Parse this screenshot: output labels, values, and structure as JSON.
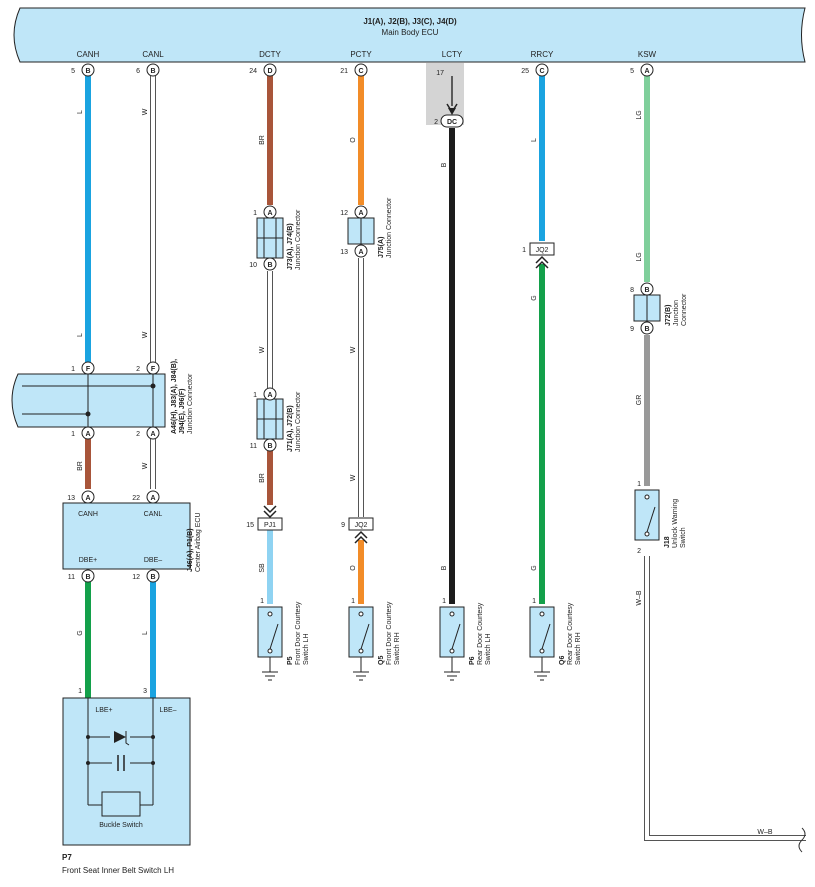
{
  "ecu": {
    "title": "J1(A), J2(B), J3(C), J4(D)",
    "subtitle": "Main Body ECU"
  },
  "terminals": [
    {
      "id": "canh",
      "name": "CANH",
      "pin": "5",
      "conn": "B"
    },
    {
      "id": "canl",
      "name": "CANL",
      "pin": "6",
      "conn": "B"
    },
    {
      "id": "dcty",
      "name": "DCTY",
      "pin": "24",
      "conn": "D"
    },
    {
      "id": "pcty",
      "name": "PCTY",
      "pin": "21",
      "conn": "C"
    },
    {
      "id": "lcty",
      "name": "LCTY",
      "pin": "17",
      "conn": ""
    },
    {
      "id": "rrcy",
      "name": "RRCY",
      "pin": "25",
      "conn": "C"
    },
    {
      "id": "ksw",
      "name": "KSW",
      "pin": "5",
      "conn": "A"
    }
  ],
  "wire_colors": {
    "L": "#1aa3e0",
    "W": "#ffffff",
    "BR": "#a8553a",
    "O": "#f28c28",
    "B": "#1c1c1c",
    "G": "#13a04a",
    "LG": "#7fcf9b",
    "GR": "#999999",
    "SB": "#8fd3f2",
    "W-B": "#ffffff"
  },
  "wire_labels": {
    "canh_top": "L",
    "canh_mid": "L",
    "canl_top": "W",
    "canl_mid": "W",
    "dcty_top": "BR",
    "dcty_w": "W",
    "dcty_br": "BR",
    "dcty_sb": "SB",
    "pcty_top": "O",
    "pcty_w1": "W",
    "pcty_w2": "W",
    "pcty_o": "O",
    "lcty": "B",
    "rrcy_l": "L",
    "rrcy_g": "G",
    "ksw_lg1": "LG",
    "ksw_lg2": "LG",
    "ksw_gr": "GR",
    "ksw_wb": "W–B",
    "ksw_wb2": "W–B",
    "a46_br": "BR",
    "a46_w": "W",
    "airbag_g": "G",
    "airbag_l": "L"
  },
  "pins": {
    "dc_in": "2",
    "dc_conn": "DC",
    "jc1_top": "1",
    "jc1_top2": "2",
    "jc1_bot": "1",
    "jc1_bot2": "2",
    "j73_top": "1",
    "j73_bot": "10",
    "j71_top": "1",
    "j71_bot": "11",
    "j75_top": "12",
    "j75_bot": "13",
    "j72_top": "8",
    "j72_bot": "9",
    "jq2_pin": "1",
    "jq2_name": "JQ2",
    "pj1_pin": "15",
    "pj1_name": "PJ1",
    "jq2b_pin": "9",
    "jq2b_name": "JQ2",
    "ab_canh": "13",
    "ab_canl": "22",
    "ab_dbep": "11",
    "ab_dben": "12",
    "p7_1": "1",
    "p7_3": "3",
    "p5": "1",
    "q5": "1",
    "p6": "1",
    "q6": "1",
    "j18_1": "1",
    "j18_2": "2"
  },
  "connectors": {
    "jc1": {
      "code": "A46(H), J83(A), J84(B),",
      "code2": "J94(E), J96(F)",
      "name": "Junction Connector"
    },
    "j73": {
      "code": "J73(A), J74(B)",
      "name": "Junction Connector"
    },
    "j71": {
      "code": "J71(A), J72(B)",
      "name": "Junction Connector"
    },
    "j75": {
      "code": "J75(A)",
      "name": "Junction Connector"
    },
    "j72": {
      "code": "J72(B)",
      "name1": "Junction",
      "name2": "Connector"
    }
  },
  "airbag": {
    "code": "J46(A), P1(B)",
    "name": "Center Airbag ECU",
    "t1": "CANH",
    "t2": "CANL",
    "t3": "DBE+",
    "t4": "DBE–"
  },
  "buckle": {
    "code": "P7",
    "name": "Front Seat Inner Belt Switch LH",
    "t1": "LBE+",
    "t2": "LBE–",
    "inner": "Buckle Switch"
  },
  "switches": {
    "p5": {
      "code": "P5",
      "l1": "Front Door Courtesy",
      "l2": "Switch LH"
    },
    "q5": {
      "code": "Q5",
      "l1": "Front Door Courtesy",
      "l2": "Switch RH"
    },
    "p6": {
      "code": "P6",
      "l1": "Rear Door Courtesy",
      "l2": "Switch LH"
    },
    "q6": {
      "code": "Q6",
      "l1": "Rear Door Courtesy",
      "l2": "Switch RH"
    },
    "j18": {
      "code": "J18",
      "l1": "Unlock Warning",
      "l2": "Switch"
    }
  }
}
